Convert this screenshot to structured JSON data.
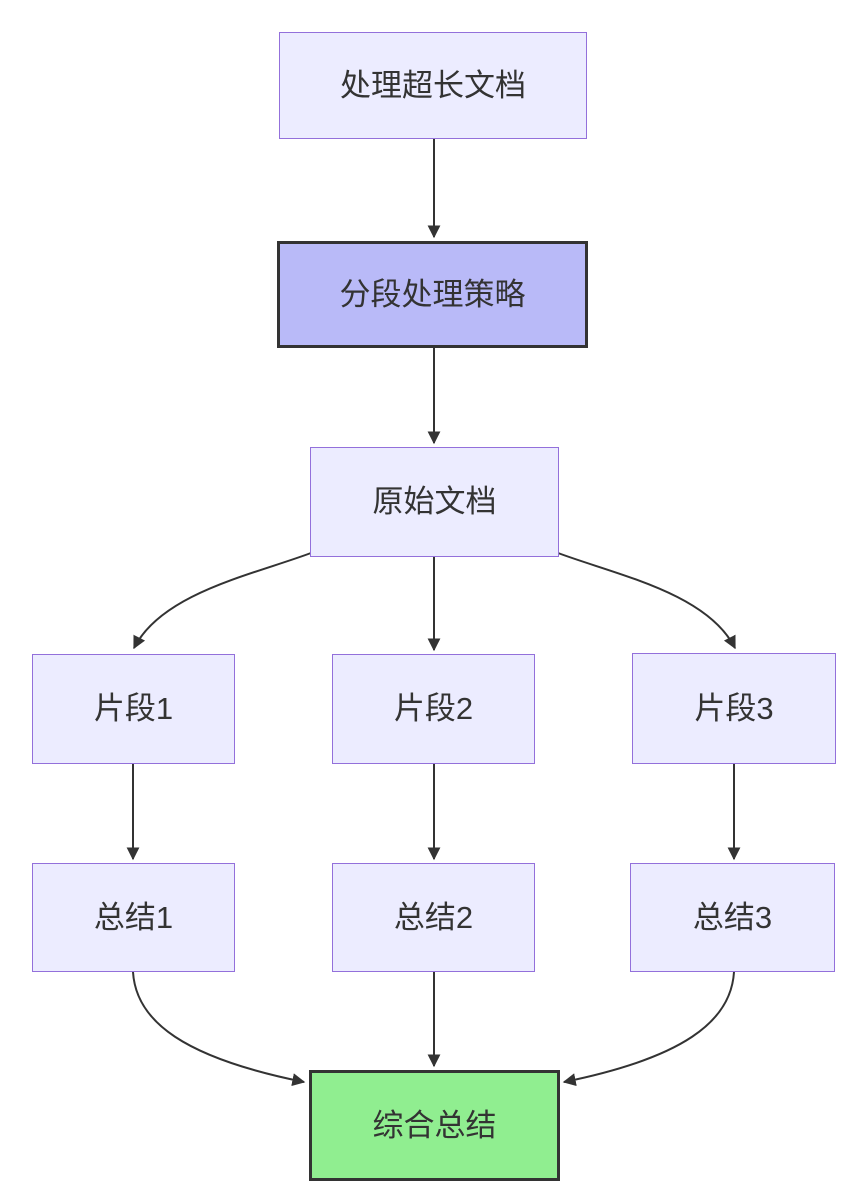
{
  "diagram": {
    "background": "#ffffff",
    "colors": {
      "node_fill": "#ECECFF",
      "node_border": "#9370DB",
      "highlight_fill": "#B9BAF8",
      "highlight_border": "#333333",
      "final_fill": "#90EE90",
      "final_border": "#333333",
      "edge": "#333333",
      "text": "#333333"
    },
    "nodes": {
      "start": {
        "label": "处理超长文档"
      },
      "strategy": {
        "label": "分段处理策略"
      },
      "source": {
        "label": "原始文档"
      },
      "fragment1": {
        "label": "片段1"
      },
      "fragment2": {
        "label": "片段2"
      },
      "fragment3": {
        "label": "片段3"
      },
      "summary1": {
        "label": "总结1"
      },
      "summary2": {
        "label": "总结2"
      },
      "summary3": {
        "label": "总结3"
      },
      "final": {
        "label": "综合总结"
      }
    },
    "edges": [
      {
        "from": "start",
        "to": "strategy"
      },
      {
        "from": "strategy",
        "to": "source"
      },
      {
        "from": "source",
        "to": "fragment1"
      },
      {
        "from": "source",
        "to": "fragment2"
      },
      {
        "from": "source",
        "to": "fragment3"
      },
      {
        "from": "fragment1",
        "to": "summary1"
      },
      {
        "from": "fragment2",
        "to": "summary2"
      },
      {
        "from": "fragment3",
        "to": "summary3"
      },
      {
        "from": "summary1",
        "to": "final"
      },
      {
        "from": "summary2",
        "to": "final"
      },
      {
        "from": "summary3",
        "to": "final"
      }
    ]
  }
}
